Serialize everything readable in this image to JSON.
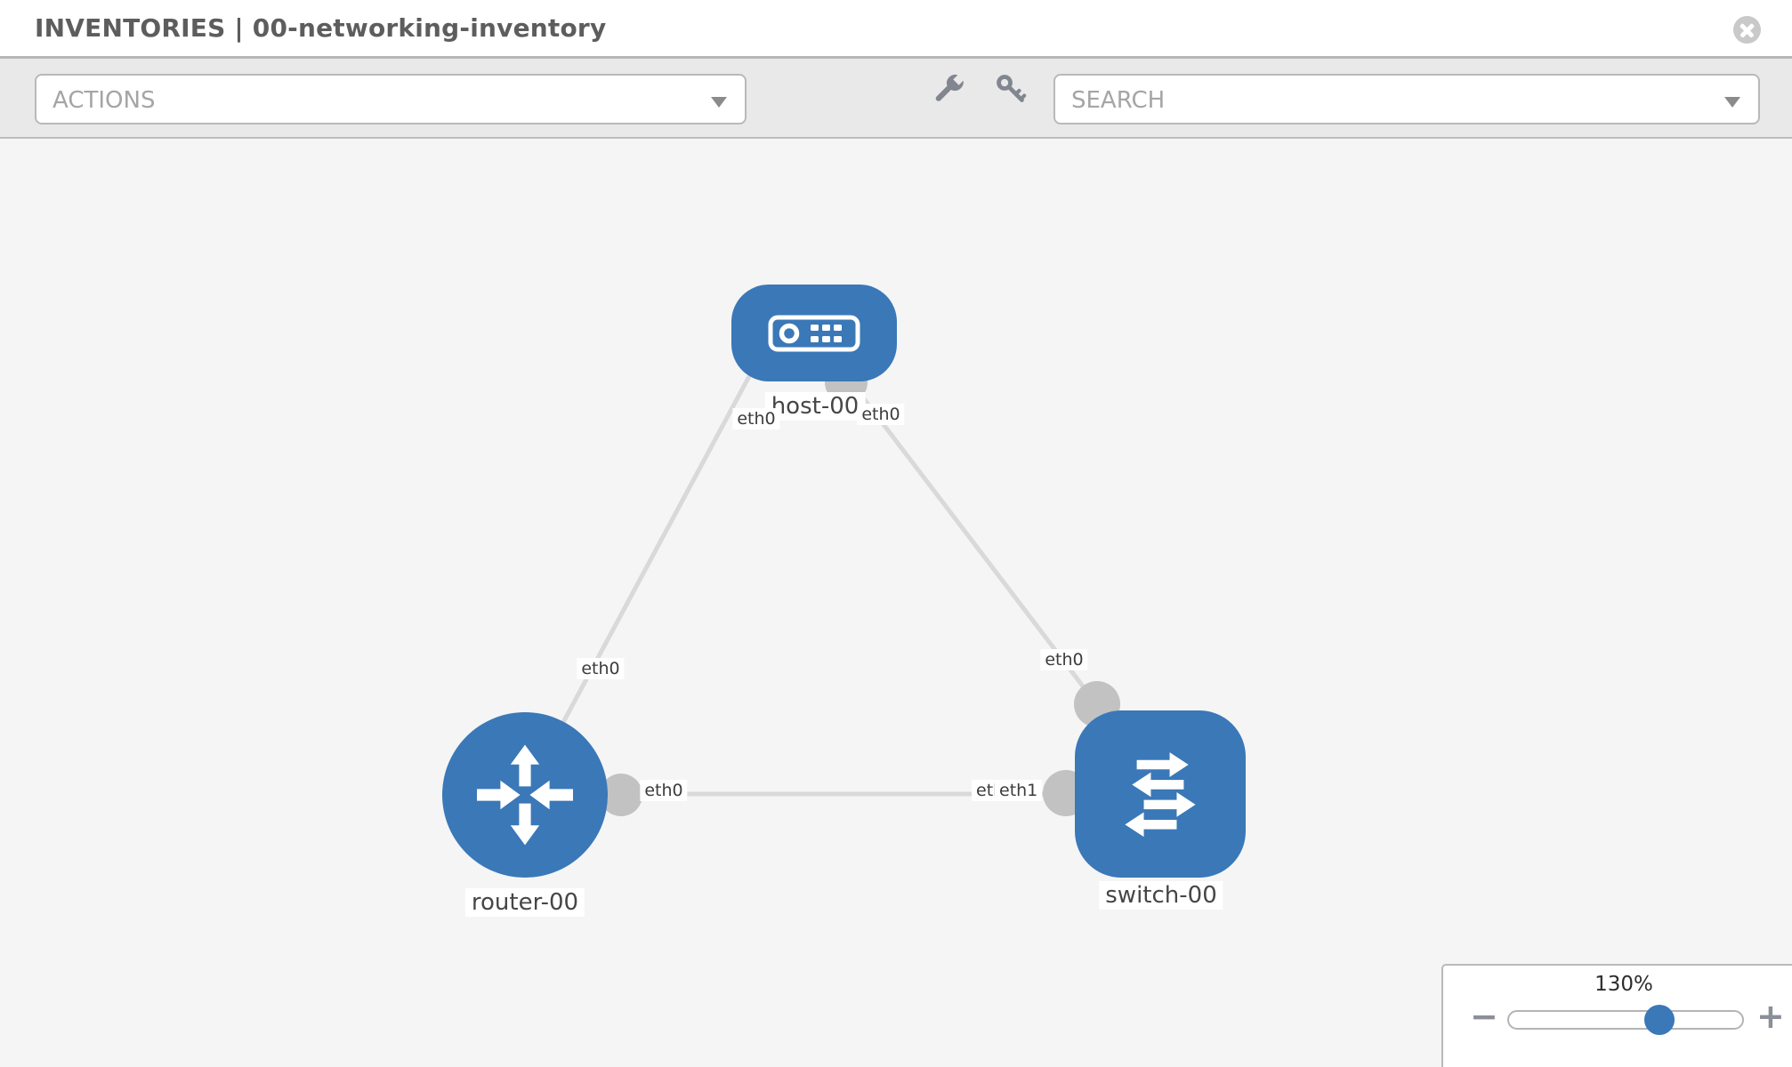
{
  "header": {
    "title": "INVENTORIES | 00-networking-inventory",
    "close_icon": "circle-x-icon"
  },
  "toolbar": {
    "actions_label": "ACTIONS",
    "search_label": "SEARCH",
    "icons": [
      "wrench-icon",
      "key-icon"
    ]
  },
  "colors": {
    "accent_blue": "#3a78b8",
    "link_gray": "#d9d9d9",
    "connector_gray": "#c2c2c2",
    "toolbar_bg": "#e9e9e9",
    "canvas_bg": "#f5f5f5"
  },
  "topology": {
    "nodes": [
      {
        "id": "host-00",
        "type": "host",
        "label": "host-00",
        "shape": "rounded-rect"
      },
      {
        "id": "router-00",
        "type": "router",
        "label": "router-00",
        "shape": "circle"
      },
      {
        "id": "switch-00",
        "type": "switch",
        "label": "switch-00",
        "shape": "rounded-square"
      }
    ],
    "links": [
      {
        "from": "host-00",
        "from_port": "eth0",
        "to": "router-00",
        "to_port": "eth0"
      },
      {
        "from": "host-00",
        "from_port": "eth0",
        "to": "switch-00",
        "to_port": "eth0"
      },
      {
        "from": "router-00",
        "from_port": "eth0",
        "to": "switch-00",
        "to_port": "eth1",
        "to_port_overlapped": "eth0"
      }
    ]
  },
  "zoom_control": {
    "value_label": "130%",
    "percent": 130,
    "minus_label": "−",
    "plus_label": "+"
  }
}
